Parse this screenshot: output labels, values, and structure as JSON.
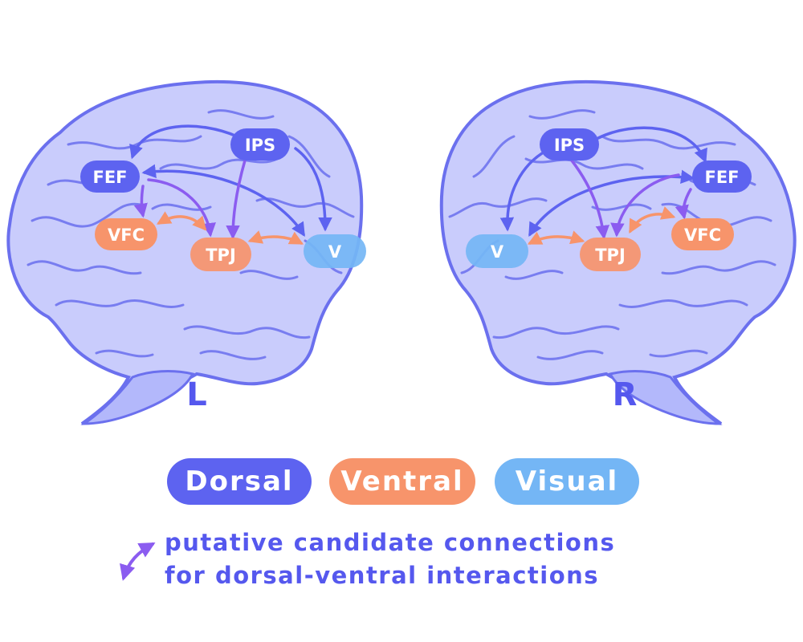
{
  "colors": {
    "dorsal": "#5d63f0",
    "ventral": "#f7946b",
    "visual": "#74b6f5",
    "brain": "#6b70ee",
    "brain_fill": "#aab0fb",
    "candidate_arrow": "#8b5cf0",
    "text": "#5558ee"
  },
  "hemispheres": {
    "left": {
      "label": "L",
      "nodes": {
        "FEF": "FEF",
        "IPS": "IPS",
        "VFC": "VFC",
        "TPJ": "TPJ",
        "V": "V"
      }
    },
    "right": {
      "label": "R",
      "nodes": {
        "FEF": "FEF",
        "IPS": "IPS",
        "VFC": "VFC",
        "TPJ": "TPJ",
        "V": "V"
      }
    }
  },
  "legend": {
    "dorsal": "Dorsal",
    "ventral": "Ventral",
    "visual": "Visual"
  },
  "note": {
    "line1": "putative candidate connections",
    "line2": "for dorsal-ventral interactions"
  }
}
